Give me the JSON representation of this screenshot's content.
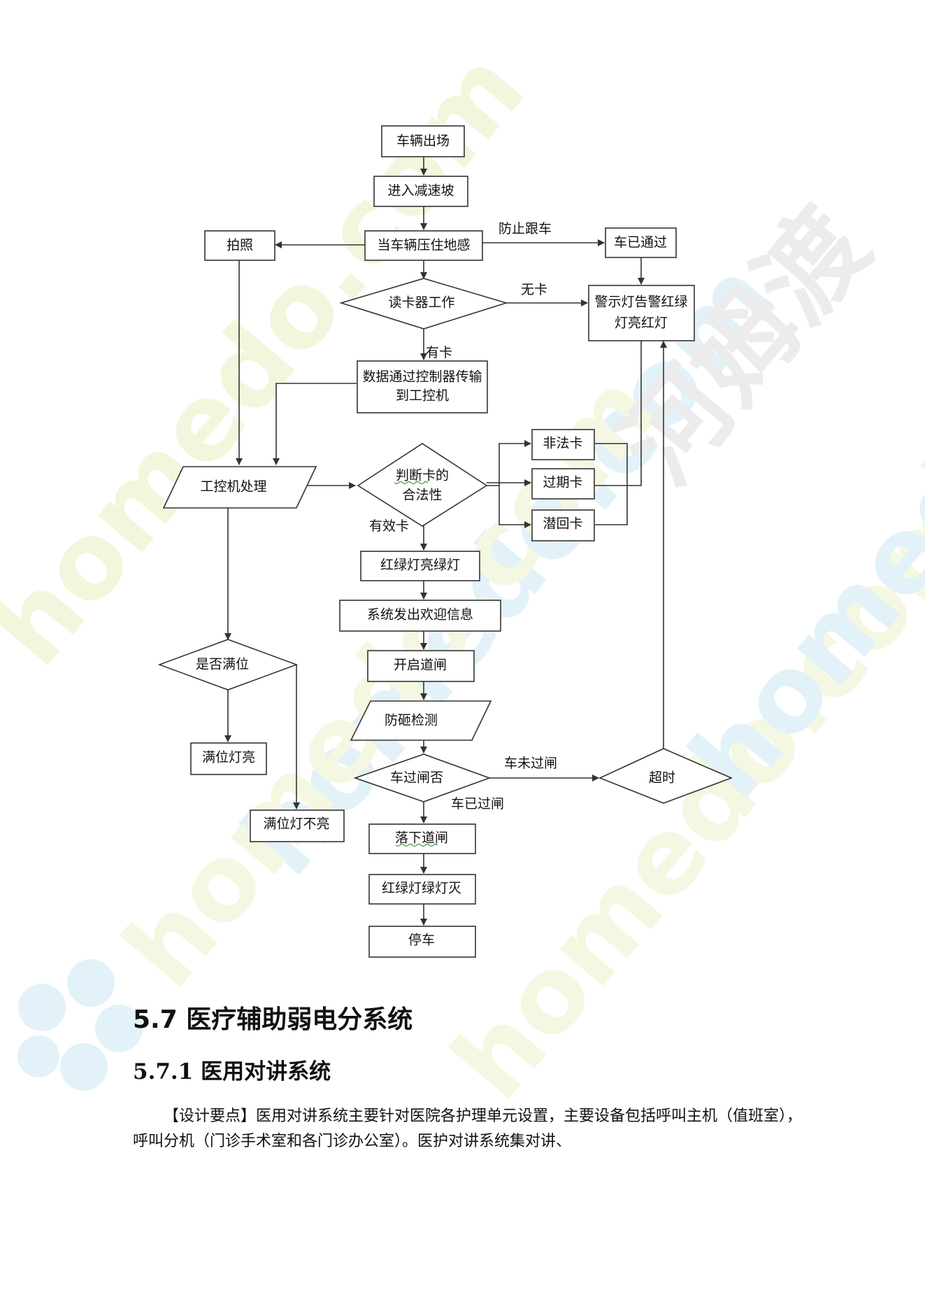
{
  "flowchart": {
    "nodes": {
      "exit": "车辆出场",
      "ramp": "进入减速坡",
      "pressure": "当车辆压住地感",
      "photo": "拍照",
      "passed": "车已通过",
      "reader": "读卡器工作",
      "alarm_line1": "警示灯告警红绿",
      "alarm_line2": "灯亮红灯",
      "transmit_line1": "数据通过控制器传输",
      "transmit_line2": "到工控机",
      "ipc": "工控机处理",
      "judge_line1": "判断卡的",
      "judge_line2": "合法性",
      "illegal": "非法卡",
      "expired": "过期卡",
      "passback": "潜回卡",
      "green_on": "红绿灯亮绿灯",
      "welcome": "系统发出欢迎信息",
      "open_gate": "开启道闸",
      "full_check": "是否满位",
      "full_on": "满位灯亮",
      "full_off": "满位灯不亮",
      "anti_smash": "防砸检测",
      "car_through": "车过闸否",
      "timeout": "超时",
      "drop_gate": "落下道闸",
      "green_off": "红绿灯绿灯灭",
      "stop": "停车"
    },
    "edge_labels": {
      "anti_tailgate": "防止跟车",
      "no_card": "无卡",
      "has_card": "有卡",
      "valid_card": "有效卡",
      "not_through": "车未过闸",
      "through": "车已过闸"
    }
  },
  "document": {
    "section_heading": "5.7 医疗辅助弱电分系统",
    "subsection_heading": "5.7.1 医用对讲系统",
    "paragraph": "【设计要点】医用对讲系统主要针对医院各护理单元设置，主要设备包括呼叫主机（值班室），呼叫分机（门诊手术室和各门诊办公室）。医护对讲系统集对讲、"
  },
  "watermark": {
    "text_latin": "homedo.com",
    "text_cn": "河姆渡"
  },
  "colors": {
    "stroke": "#333333",
    "watermark_green": "#f1f7dc",
    "watermark_blue": "#e2f2f8",
    "watermark_gray": "#ececec"
  }
}
